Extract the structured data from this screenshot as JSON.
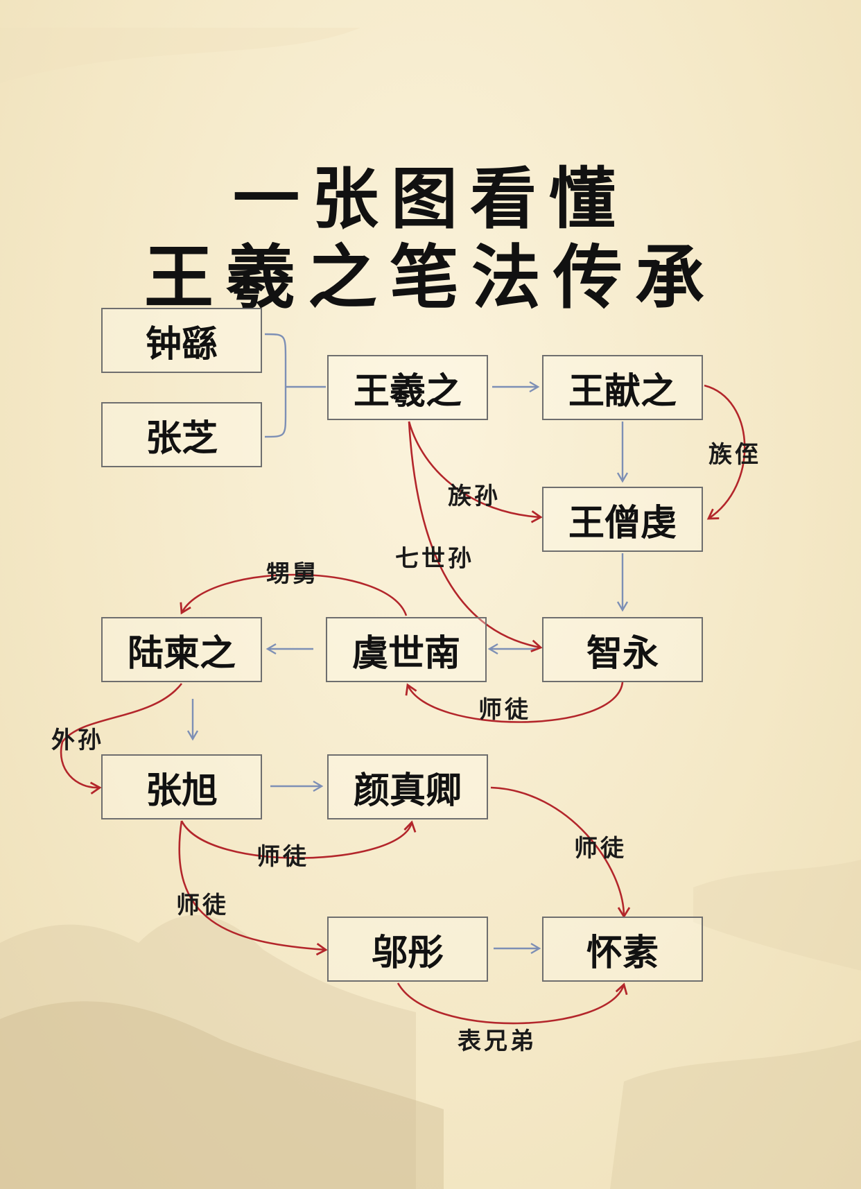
{
  "title": {
    "line1": "一张图看懂",
    "line2": "王羲之笔法传承"
  },
  "nodes": {
    "zhong_yao": "钟繇",
    "zhang_zhi": "张芝",
    "wang_xizhi": "王羲之",
    "wang_xianzhi": "王献之",
    "wang_sengqian": "王僧虔",
    "zhi_yong": "智永",
    "yu_shinan": "虞世南",
    "lu_jianzhi": "陆柬之",
    "zhang_xu": "张旭",
    "yan_zhenqing": "颜真卿",
    "wu_tong": "邬彤",
    "huai_su": "怀素"
  },
  "relations": {
    "zu_zhi": "族侄",
    "zu_sun": "族孙",
    "qi_shi_sun": "七世孙",
    "sheng_jiu": "甥舅",
    "shi_tu_zhiyong_yushinan": "师徒",
    "wai_sun": "外孙",
    "shi_tu_zhangxu_yanzhenqing": "师徒",
    "shi_tu_yanzhenqing_huaisu": "师徒",
    "shi_tu_zhangxu_wutong": "师徒",
    "biao_xiong_di": "表兄弟"
  },
  "colors": {
    "blue_arrow": "#7d8fb5",
    "red_arrow": "#b3262b",
    "bracket": "#7d8fb5",
    "node_border": "#6e6e6e"
  }
}
